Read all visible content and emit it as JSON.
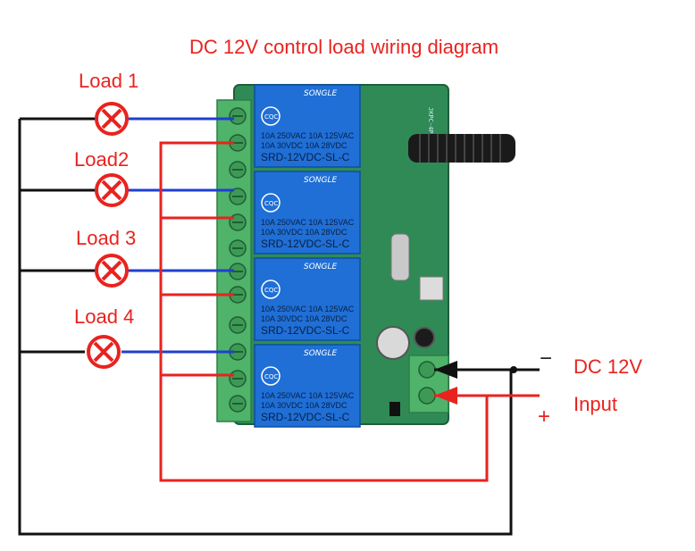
{
  "title": "DC 12V control load wiring diagram",
  "loads": [
    {
      "label": "Load 1"
    },
    {
      "label": "Load2"
    },
    {
      "label": "Load 3"
    },
    {
      "label": "Load 4"
    }
  ],
  "relay": {
    "brand": "SONGLE",
    "cqc": "CQC",
    "spec_line1": "10A 250VAC  10A 125VAC",
    "spec_line2": "10A 30VDC  10A  28VDC",
    "model": "SRD-12VDC-SL-C"
  },
  "power": {
    "minus_sign": "−",
    "plus_sign": "+",
    "label_line1": "DC 12V",
    "label_line2": "Input"
  },
  "pcb_print": "JKPC-4PE-B",
  "colors": {
    "title": "#e8231f",
    "wire_black": "#111111",
    "wire_blue": "#1f3fd1",
    "wire_red": "#e8231f",
    "pcb": "#2f8a56",
    "relay": "#1f6fd6",
    "terminal": "#4fb36a",
    "lamp": "#e8231f"
  }
}
